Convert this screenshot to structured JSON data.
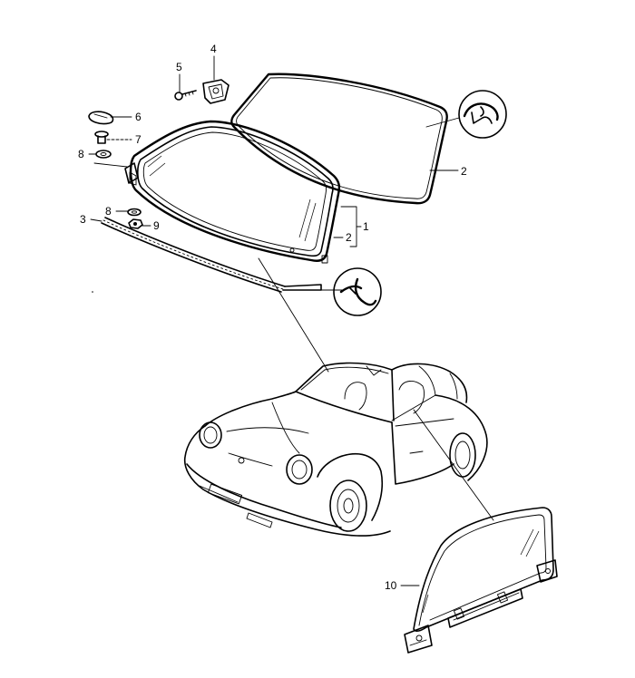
{
  "diagram": {
    "callouts": [
      {
        "id": "c1",
        "text": "1"
      },
      {
        "id": "c2a",
        "text": "2"
      },
      {
        "id": "c2b",
        "text": "2"
      },
      {
        "id": "c3",
        "text": "3"
      },
      {
        "id": "c4",
        "text": "4"
      },
      {
        "id": "c5",
        "text": "5"
      },
      {
        "id": "c6",
        "text": "6"
      },
      {
        "id": "c7",
        "text": "7"
      },
      {
        "id": "c8a",
        "text": "8"
      },
      {
        "id": "c8b",
        "text": "8"
      },
      {
        "id": "c9",
        "text": "9"
      },
      {
        "id": "c10",
        "text": "10"
      }
    ],
    "icons": [
      "seal-profile-detail-icon",
      "trim-strip-profile-detail-icon"
    ]
  }
}
